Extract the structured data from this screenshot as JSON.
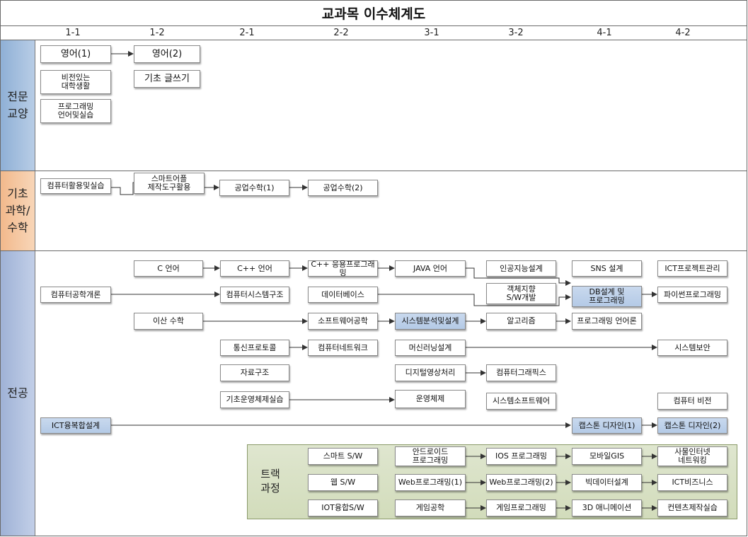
{
  "title": "교과목 이수체계도",
  "semesters": [
    "1-1",
    "1-2",
    "2-1",
    "2-2",
    "3-1",
    "3-2",
    "4-1",
    "4-2"
  ],
  "categories": {
    "general": "전문\n교양",
    "basic": "기초\n과학/\n수학",
    "major": "전공"
  },
  "track_label": "트랙\n과정",
  "courses": {
    "eng1": "영어(1)",
    "eng2": "영어(2)",
    "vision": "비전있는\n대학생활",
    "writing": "기초 글쓰기",
    "prog_lang": "프로그래밍\n언어및실습",
    "comp_use": "컴퓨터활용및실습",
    "smart_tool": "스마트어플\n제작도구활용",
    "engmath1": "공업수학(1)",
    "engmath2": "공업수학(2)",
    "c_lang": "C 언어",
    "cpp_lang": "C++ 언어",
    "cpp_app": "C++ 응용프로그래밍",
    "java": "JAVA 언어",
    "ai_design": "인공지능설계",
    "sns": "SNS 설계",
    "ict_pm": "ICT프로젝트관리",
    "ce_intro": "컴퓨터공학개론",
    "comp_sys": "컴퓨터시스템구조",
    "database": "데이터베이스",
    "oop_sw": "객체지향\nS/W개발",
    "db_design": "DB설계 및\n프로그래밍",
    "python": "파이썬프로그래밍",
    "discrete": "이산 수학",
    "sw_eng": "소프트웨어공학",
    "sys_analysis": "시스템분석및설계",
    "algorithm": "알고리즘",
    "prog_lang_theory": "프로그래밍 언어론",
    "comm_protocol": "통신프로토콜",
    "comp_network": "컴퓨터네트워크",
    "machine_learning": "머신러닝설계",
    "sys_security": "시스템보안",
    "data_struct": "자료구조",
    "digital_image": "디지털영상처리",
    "graphics": "컴퓨터그래픽스",
    "os_lab": "기초운영체제실습",
    "os": "운영체제",
    "sys_sw": "시스템소프트웨어",
    "comp_vision": "컴퓨터 비전",
    "ict_fusion": "ICT융복합설계",
    "capstone1": "캡스톤 디자인(1)",
    "capstone2": "캡스톤 디자인(2)",
    "smart_sw": "스마트 S/W",
    "android": "안드로이드\n프로그래밍",
    "ios": "IOS 프로그래밍",
    "mobile_gis": "모바일GIS",
    "iot_network": "사물인터넷\n네트워킹",
    "web_sw": "웹 S/W",
    "web1": "Web프로그래밍(1)",
    "web2": "Web프로그래밍(2)",
    "bigdata": "빅데이터설계",
    "ict_biz": "ICT비즈니스",
    "iot_sw": "IOT융합S/W",
    "game_eng": "게임공학",
    "game_prog": "게임프로그래밍",
    "animation3d": "3D 애니메이션",
    "contents": "컨텐츠제작실습"
  }
}
